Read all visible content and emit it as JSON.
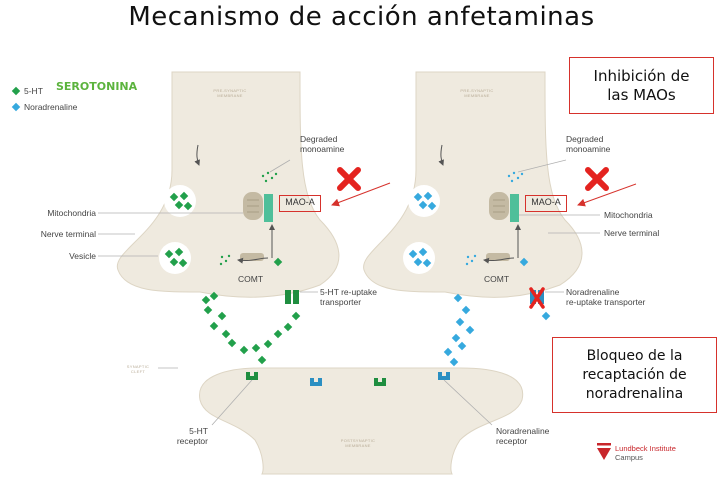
{
  "title": "Mecanismo de acción anfetaminas",
  "legend": {
    "serotonin": "5-HT",
    "serotonin_caption": "SEROTONINA",
    "noradrenaline": "Noradrenaline"
  },
  "left_terminal": {
    "membrane_label_1": "PRE-SYNAPTIC",
    "membrane_label_2": "MEMBRANE",
    "degraded_1": "Degraded",
    "degraded_2": "monoamine",
    "mitochondria": "Mitochondria",
    "nerve_terminal": "Nerve terminal",
    "vesicle": "Vesicle",
    "maoa": "MAO-A",
    "comt": "COMT",
    "transporter_1": "5-HT re-uptake",
    "transporter_2": "transporter"
  },
  "right_terminal": {
    "membrane_label_1": "PRE-SYNAPTIC",
    "membrane_label_2": "MEMBRANE",
    "degraded_1": "Degraded",
    "degraded_2": "monoamine",
    "mitochondria": "Mitochondria",
    "nerve_terminal": "Nerve terminal",
    "maoa": "MAO-A",
    "comt": "COMT",
    "transporter_1": "Noradrenaline",
    "transporter_2": "re-uptake transporter"
  },
  "synaptic_cleft_1": "SYNAPTIC",
  "synaptic_cleft_2": "CLEFT",
  "postsynaptic_1": "POSTSYNAPTIC",
  "postsynaptic_2": "MEMBRANE",
  "receptor_5ht_1": "5-HT",
  "receptor_5ht_2": "receptor",
  "receptor_na_1": "Noradrenaline",
  "receptor_na_2": "receptor",
  "annotations": {
    "mao_inhibition_1": "Inhibición de",
    "mao_inhibition_2": "las MAOs",
    "reuptake_block_1": "Bloqueo de la",
    "reuptake_block_2": "recaptación de",
    "reuptake_block_3": "noradrenalina"
  },
  "logo": {
    "name": "Lundbeck Institute",
    "sub": "Campus"
  },
  "colors": {
    "serotonin": "#22a04b",
    "noradrenaline": "#36a9de",
    "membrane": "#efeadf",
    "accent": "#d6322c"
  }
}
